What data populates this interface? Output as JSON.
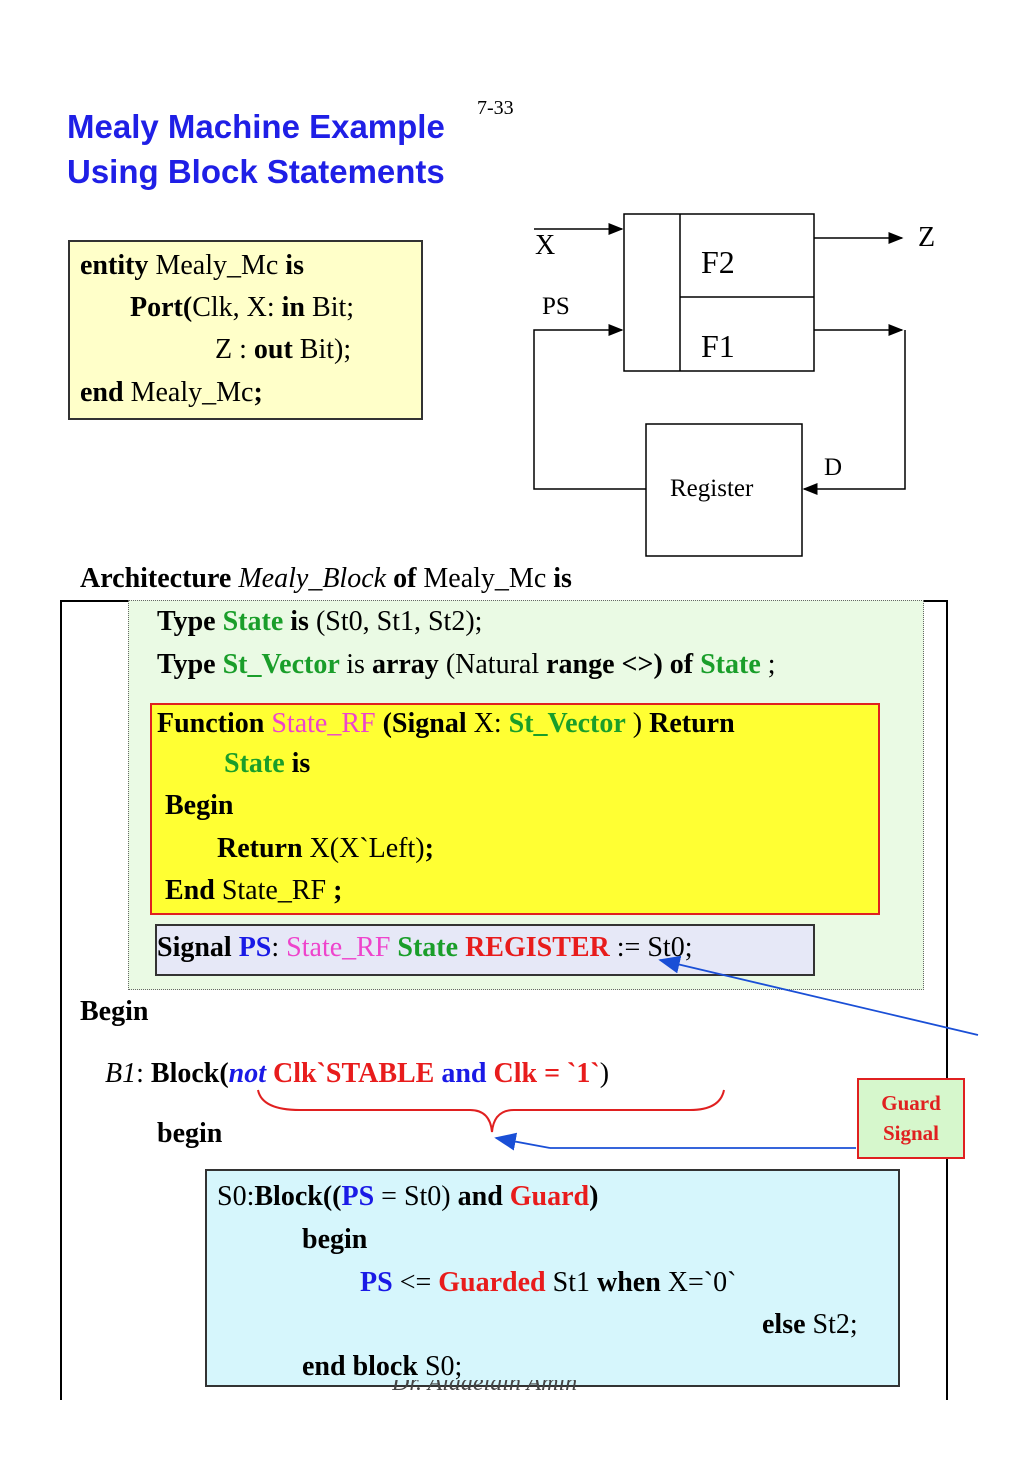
{
  "page_number": "7-33",
  "title": {
    "line1": "Mealy Machine Example",
    "line2": "Using   Block   Statements"
  },
  "entity": {
    "l1_kw1": "entity",
    "l1_name": " Mealy_Mc ",
    "l1_kw2": "is",
    "l2_kw": "Port",
    "l2_paren": "(",
    "l2_a": "Clk, X: ",
    "l2_in": "in",
    "l2_b": "  Bit;",
    "l3_a": "Z : ",
    "l3_out": "out",
    "l3_b": " Bit);",
    "l4_kw": "end",
    "l4_name": " Mealy_Mc",
    "l4_semi": ";"
  },
  "diagram": {
    "x_label": "X",
    "z_label": "Z",
    "ps_label": "PS",
    "f2_label": "F2",
    "f1_label": "F1",
    "d_label": "D",
    "register_label": "Register"
  },
  "architecture": {
    "kw": "Architecture",
    "name": " Mealy_Block ",
    "of": "of",
    "entity": "  Mealy_Mc ",
    "is": "is"
  },
  "types": {
    "t1_kw": "Type",
    "t1_name": " State ",
    "t1_is": "is",
    "t1_rest": " (St0, St1, St2);",
    "t2_kw": "Type",
    "t2_name": " St_Vector ",
    "t2_is": "is ",
    "t2_array": "array",
    "t2_mid": " (Natural ",
    "t2_range": "range <>) of",
    "t2_state": " State",
    "t2_end": " ;"
  },
  "function": {
    "l1_kw": "Function",
    "l1_name": "  State_RF ",
    "l1_sig": "(Signal",
    "l1_x": " X: ",
    "l1_type": "St_Vector",
    "l1_close": " ) ",
    "l1_ret": "Return",
    "l2_state": "State",
    "l2_is": " is",
    "l3": "Begin",
    "l4_ret": "Return",
    "l4_rest": " X(X`Left)",
    "l4_semi": ";",
    "l5_end": "End",
    "l5_name": " State_RF ",
    "l5_semi": " ;"
  },
  "signal": {
    "kw": "Signal",
    "ps": " PS",
    "colon": ": ",
    "rf": "State_RF",
    "state": " State",
    "reg": " REGISTER",
    "rest": " := St0;"
  },
  "begin_main": "Begin",
  "b1": {
    "label": "B1",
    "colon": ": ",
    "block": "Block(",
    "not": "not",
    "stable": " Clk`STABLE ",
    "and": " and ",
    "clk": " Clk = `1`",
    "close": ")"
  },
  "begin_b1": "begin",
  "s0": {
    "l1_a": "S0:",
    "l1_block": "Block((",
    "l1_ps": "PS",
    "l1_mid": " = St0) ",
    "l1_and": "and",
    "l1_guard": " Guard",
    "l1_close": ")",
    "l2": "begin",
    "l3_ps": "PS",
    "l3_mid": " <= ",
    "l3_guarded": "Guarded",
    "l3_st": " St1 ",
    "l3_when": "when",
    "l3_rest": " X=`0`",
    "l4_else": "else",
    "l4_rest": " St2;",
    "l5_end": "end block",
    "l5_rest": " S0;"
  },
  "guard_note": {
    "line1": "Guard",
    "line2": "Signal"
  },
  "footer_author": "Dr. Aiaaeiain Amin"
}
